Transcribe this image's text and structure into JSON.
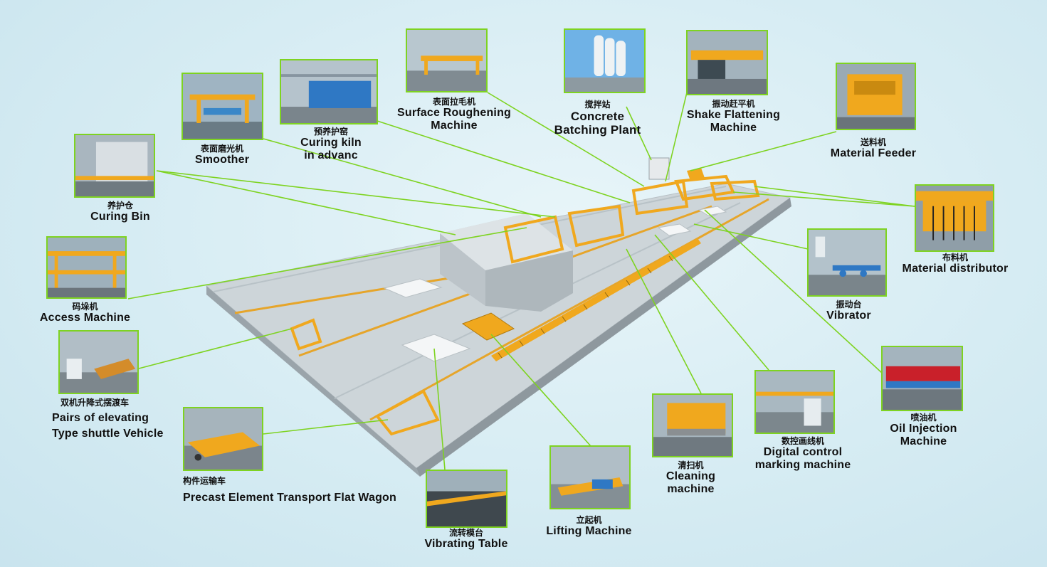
{
  "colors": {
    "leader_line": "#7ed321",
    "floor": "#c9d1d6",
    "floor_side": "#9aa4aa",
    "machine_yellow": "#f0a81e",
    "curing_bin": "#cfd6da",
    "background": "#d7edf4"
  },
  "callouts": {
    "curing_bin": {
      "zh": "养护仓",
      "en": "Curing Bin"
    },
    "smoother": {
      "zh": "表面磨光机",
      "en": "Smoother"
    },
    "curing_kiln": {
      "zh": "预养护窑",
      "en1": "Curing kiln",
      "en2": "in advanc"
    },
    "surface_roughening": {
      "zh": "表面拉毛机",
      "en1": "Surface Roughening",
      "en2": "Machine"
    },
    "batching_plant": {
      "zh": "搅拌站",
      "en1": "Concrete",
      "en2": "Batching Plant"
    },
    "shake_flattening": {
      "zh": "振动赶平机",
      "en1": "Shake Flattening",
      "en2": "Machine"
    },
    "material_feeder": {
      "zh": "送料机",
      "en": "Material Feeder"
    },
    "material_distributor": {
      "zh": "布料机",
      "en": "Material distributor"
    },
    "vibrator": {
      "zh": "振动台",
      "en": "Vibrator"
    },
    "access_machine": {
      "zh": "码垛机",
      "en": "Access Machine"
    },
    "shuttle_vehicle": {
      "zh": "双机升降式摆渡车",
      "en1": "Pairs of elevating",
      "en2": "Type shuttle Vehicle"
    },
    "transport_wagon": {
      "zh": "构件运输车",
      "en": "Precast Element Transport Flat Wagon"
    },
    "vibrating_table": {
      "zh": "流转模台",
      "en": "Vibrating  Table"
    },
    "lifting_machine": {
      "zh": "立起机",
      "en": "Lifting Machine"
    },
    "cleaning_machine": {
      "zh": "清扫机",
      "en1": "Cleaning",
      "en2": "machine"
    },
    "digital_marking": {
      "zh": "数控画线机",
      "en1": "Digital control",
      "en2": "marking machine"
    },
    "oil_injection": {
      "zh": "喷油机",
      "en1": "Oil Injection",
      "en2": "Machine"
    }
  }
}
